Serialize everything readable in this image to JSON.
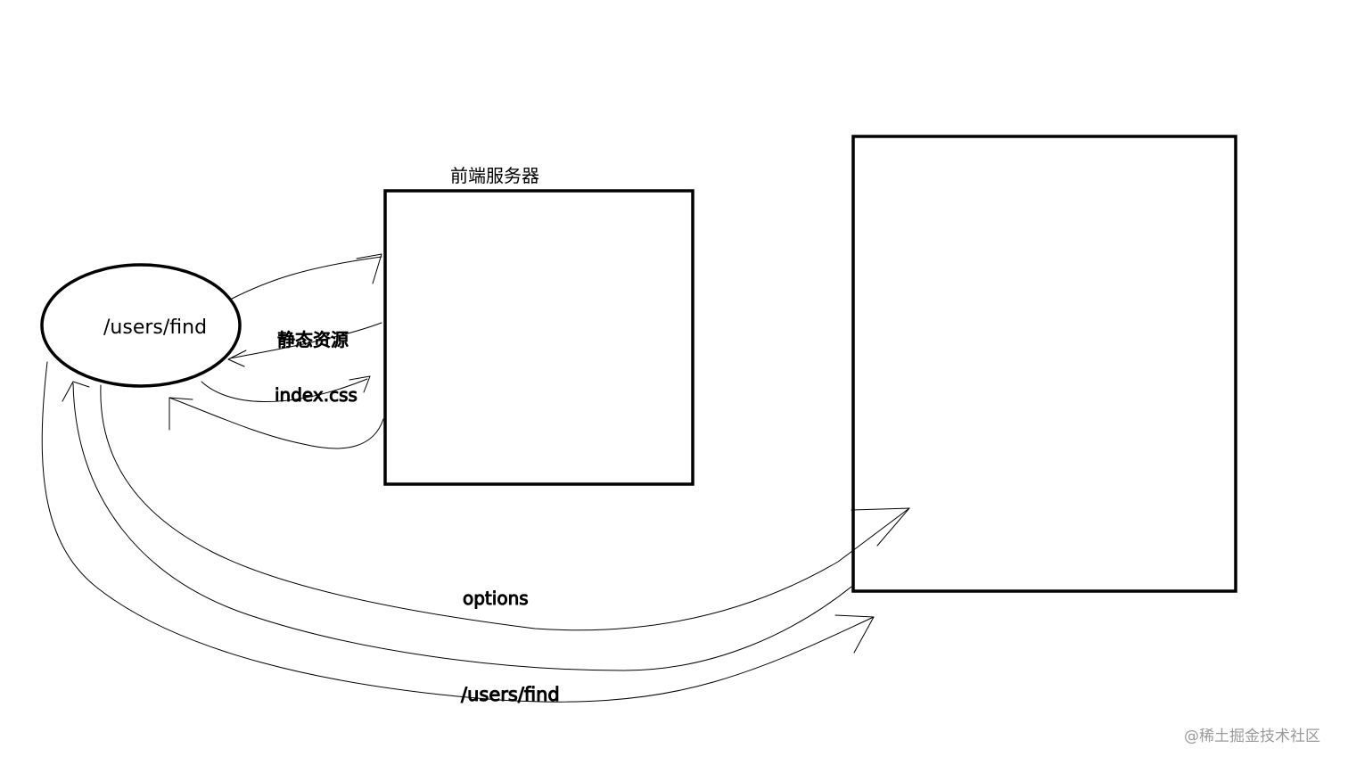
{
  "diagram": {
    "client_node": {
      "label": "/users/find"
    },
    "frontend_server": {
      "title": "前端服务器"
    },
    "backend_server": {
      "title": ""
    },
    "edges": {
      "static_resource": "静态资源",
      "index_css": "index.css",
      "options": "options",
      "users_find": "/users/find"
    }
  },
  "watermark": "@稀土掘金技术社区",
  "colors": {
    "stroke": "#000000",
    "background": "#ffffff",
    "watermark": "#9a9a9a"
  }
}
